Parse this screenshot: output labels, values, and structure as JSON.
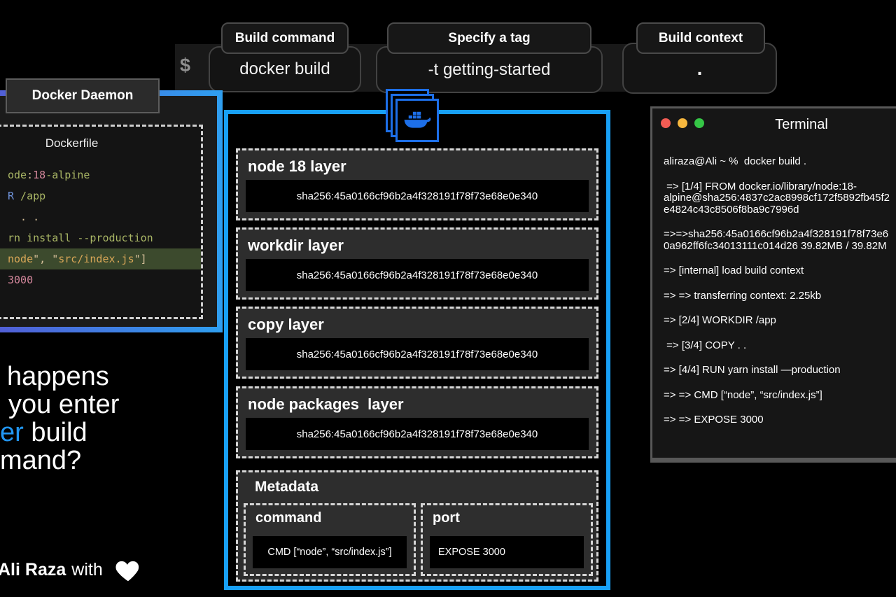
{
  "command_bar": {
    "prompt": "$",
    "items": [
      {
        "label": "Build command",
        "value": "docker build"
      },
      {
        "label": "Specify a tag",
        "value": "-t getting-started"
      },
      {
        "label": "Build context",
        "value": "."
      }
    ]
  },
  "docker_daemon": {
    "title": "Docker Daemon",
    "dockerfile": {
      "title": "Dockerfile",
      "lines": [
        {
          "hl": false,
          "segments": [
            {
              "t": "ode",
              "c": "#a9b665"
            },
            {
              "t": ":",
              "c": "#d4be98"
            },
            {
              "t": "18",
              "c": "#d3869b"
            },
            {
              "t": "-alpine",
              "c": "#a9b665"
            }
          ]
        },
        {
          "hl": false,
          "segments": [
            {
              "t": "R",
              "c": "#7094db"
            },
            {
              "t": " /app",
              "c": "#a9b665"
            }
          ]
        },
        {
          "hl": false,
          "segments": [
            {
              "t": "  . .",
              "c": "#d4be98"
            }
          ]
        },
        {
          "hl": false,
          "segments": [
            {
              "t": "rn install --production",
              "c": "#a9b665"
            }
          ]
        },
        {
          "hl": true,
          "segments": [
            {
              "t": "node",
              "c": "#d8a657"
            },
            {
              "t": "\", \"",
              "c": "#d4be98"
            },
            {
              "t": "src/index.js",
              "c": "#d8a657"
            },
            {
              "t": "\"]",
              "c": "#d4be98"
            }
          ]
        },
        {
          "hl": false,
          "segments": [
            {
              "t": "3000",
              "c": "#d3869b"
            }
          ]
        }
      ]
    }
  },
  "image_box": {
    "icon": "docker-layers-icon",
    "accent_color": "#18a0f6",
    "layers": [
      {
        "name": "node 18 layer",
        "digest": "sha256:45a0166cf96b2a4f328191f78f73e68e0e340"
      },
      {
        "name": "workdir layer",
        "digest": "sha256:45a0166cf96b2a4f328191f78f73e68e0e340"
      },
      {
        "name": "copy layer",
        "digest": "sha256:45a0166cf96b2a4f328191f78f73e68e0e340"
      },
      {
        "name": "node packages  layer",
        "digest": "sha256:45a0166cf96b2a4f328191f78f73e68e0e340"
      }
    ],
    "metadata": {
      "title": "Metadata",
      "entries": [
        {
          "name": "command",
          "value": "CMD [“node”, “src/index.js”]"
        },
        {
          "name": "port",
          "value": "EXPOSE 3000"
        }
      ]
    }
  },
  "terminal": {
    "title": "Terminal",
    "window_dots": [
      "close-icon",
      "minimize-icon",
      "zoom-icon"
    ],
    "groups": [
      [
        "aliraza@Ali ~ %  docker build ."
      ],
      [
        " => [1/4] FROM docker.io/library/node:18-",
        "alpine@sha256:4837c2ac8998cf172f5892fb45f2",
        "e4824c43c8506f8ba9c7996d"
      ],
      [
        "=>=>sha256:45a0166cf96b2a4f328191f78f73e6",
        "0a962ff6fc34013111c014d26 39.82MB / 39.82M"
      ],
      [
        "=> [internal] load build context"
      ],
      [
        "=> => transferring context: 2.25kb"
      ],
      [
        "=> [2/4] WORKDIR /app"
      ],
      [
        " => [3/4] COPY . ."
      ],
      [
        "=> [4/4] RUN yarn install —production"
      ],
      [
        "=> => CMD [“node”, “src/index.js”]"
      ],
      [
        "=> => EXPOSE 3000"
      ]
    ]
  },
  "question": {
    "accent_color": "#2196f3",
    "lines": [
      {
        "x": 10,
        "segments": [
          {
            "t": "happens",
            "c": "#ffffff"
          }
        ]
      },
      {
        "x": 12,
        "segments": [
          {
            "t": "you enter",
            "c": "#ffffff"
          }
        ]
      },
      {
        "x": 0,
        "segments": [
          {
            "t": "er",
            "c": "#2196f3"
          },
          {
            "t": " build",
            "c": "#ffffff"
          }
        ]
      },
      {
        "x": 0,
        "segments": [
          {
            "t": "mand?",
            "c": "#ffffff"
          }
        ]
      }
    ]
  },
  "footer": {
    "author": "Ali Raza",
    "with_text": "with",
    "icon": "heart-icon"
  }
}
